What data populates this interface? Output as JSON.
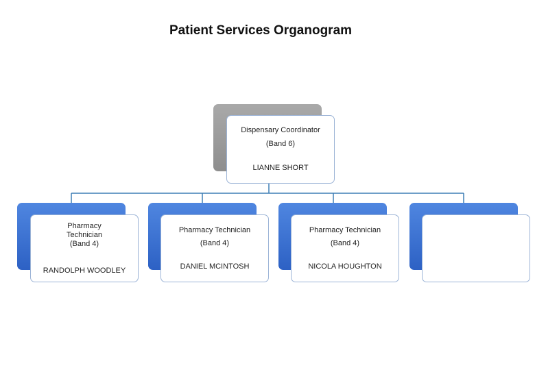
{
  "title": "Patient Services Organogram",
  "top": {
    "role": "Dispensary Coordinator",
    "band": "(Band 6)",
    "name": "LIANNE SHORT"
  },
  "staff": [
    {
      "role": "Pharmacy Technician",
      "band": "(Band 4)",
      "name": "RANDOLPH WOODLEY"
    },
    {
      "role": "Pharmacy Technician",
      "band": "(Band 4)",
      "name": "DANIEL MCINTOSH"
    },
    {
      "role": "Pharmacy Technician",
      "band": "(Band 4)",
      "name": "NICOLA HOUGHTON"
    },
    {
      "role": "",
      "band": "",
      "name": ""
    }
  ],
  "colors": {
    "connector": "#3f7fb5",
    "card_back_top": "#8e8e8e",
    "card_back_staff": "#2d61c4"
  }
}
